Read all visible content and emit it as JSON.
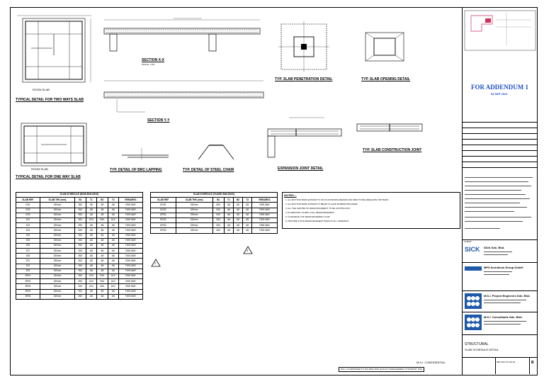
{
  "addendum": {
    "title": "FOR ADDENDUM 1",
    "date": "08 SEP 2024"
  },
  "details": {
    "two_way": "TYPICAL DETAIL FOR TWO WAYS SLAB",
    "one_way": "TYPICAL DETAIL FOR ONE WAY SLAB",
    "room_slab_1": "ROOM SLAB",
    "room_slab_2": "ROOM SLAB",
    "section_xx": "SECTION X-X",
    "section_yy": "SECTION Y-Y",
    "penetration": "TYP. SLAB PENETRATION DETAIL",
    "opening": "TYP. SLAB OPENING DETAIL",
    "brc_lapping": "TYP. DETAIL OF BRC LAPPING",
    "steel_chair": "TYP. DETAIL OF STEEL CHAIR",
    "expansion": "EXPANSION JOINT DETAIL",
    "construction": "TYP. SLAB CONSTRUCTION JOINT",
    "scale_nts": "SCALE : NTS"
  },
  "schedule_main": {
    "title": "SLAB SCHEDULE (MAIN BUILDING)",
    "headers": [
      "SLAB REF",
      "SLAB THK (mm)",
      "B1",
      "T1",
      "B2",
      "T2",
      "REMARKS"
    ],
    "rows": [
      [
        "GS1",
        "150mm",
        "B10",
        "A8",
        "A8",
        "A8",
        "ONE-WAY"
      ],
      [
        "GS2",
        "150mm",
        "B10",
        "A8",
        "A8",
        "A8",
        "TWO-WAY"
      ],
      [
        "GS3",
        "150mm",
        "B10",
        "A8",
        "A8",
        "A8",
        "TWO-WAY"
      ],
      [
        "1S1",
        "150mm",
        "B10",
        "A10",
        "B10",
        "A10",
        "ONE-WAY"
      ],
      [
        "1S2",
        "150mm",
        "B10",
        "A8",
        "A8",
        "A8",
        "TWO-WAY"
      ],
      [
        "1S3",
        "150mm",
        "B10",
        "A8",
        "A8",
        "A8",
        "TWO-WAY"
      ],
      [
        "1S4",
        "150mm",
        "B10",
        "A8",
        "A8",
        "A8",
        "ONE-WAY"
      ],
      [
        "1S5",
        "150mm",
        "B10",
        "A8",
        "A8",
        "A8",
        "TWO-WAY"
      ],
      [
        "1S6",
        "150mm",
        "B10",
        "A8",
        "A8",
        "A8",
        "TWO-WAY"
      ],
      [
        "1S7",
        "150mm",
        "B10",
        "A8",
        "A8",
        "A8",
        "ONE-WAY"
      ],
      [
        "1S8",
        "150mm",
        "B10",
        "A8",
        "A8",
        "A8",
        "TWO-WAY"
      ],
      [
        "2S1",
        "150mm",
        "B10",
        "A8",
        "A8",
        "A8",
        "ONE-WAY"
      ],
      [
        "2S2",
        "150mm",
        "B10",
        "A8",
        "A8",
        "A8",
        "TWO-WAY"
      ],
      [
        "2S3",
        "150mm",
        "B10",
        "A8",
        "A8",
        "A8",
        "TWO-WAY"
      ],
      [
        "2RS1",
        "150mm",
        "B10",
        "A10",
        "B10",
        "A10",
        "ONE-WAY"
      ],
      [
        "2RS2",
        "150mm",
        "B10",
        "A10",
        "B10",
        "A10",
        "ONE-WAY"
      ],
      [
        "2RS3",
        "150mm",
        "B10",
        "A10",
        "B10",
        "A10",
        "ONE-WAY"
      ],
      [
        "2RS4",
        "150mm",
        "B10",
        "A8",
        "A8",
        "A8",
        "TWO-WAY"
      ],
      [
        "2RS5",
        "150mm",
        "B10",
        "A8",
        "A8",
        "A8",
        "TWO-WAY"
      ]
    ]
  },
  "schedule_guard": {
    "title": "SLAB SCHEDULE (GUARD BUILDING)",
    "headers": [
      "SLAB REF",
      "SLAB THK (mm)",
      "B1",
      "T1",
      "B2",
      "T2",
      "REMARKS"
    ],
    "rows": [
      [
        "GGS1",
        "150mm",
        "B10",
        "A8",
        "A8",
        "A8",
        "ONE-WAY"
      ],
      [
        "GGS2",
        "150mm",
        "B10",
        "A8",
        "A8",
        "A8",
        "TWO-WAY"
      ],
      [
        "GRS1",
        "150mm",
        "B10",
        "A8",
        "A8",
        "A8",
        "ONE-WAY"
      ],
      [
        "GRS2",
        "150mm",
        "B10",
        "A8",
        "A8",
        "A8",
        "TWO-WAY"
      ],
      [
        "GRS3",
        "150mm",
        "B10",
        "A8",
        "A8",
        "A8",
        "ONE-WAY"
      ],
      [
        "GRS4",
        "150mm",
        "B10",
        "A8",
        "A8",
        "A8",
        "TWO-WAY"
      ]
    ]
  },
  "revision_marks": {
    "main": "2",
    "guard": "3"
  },
  "notes": {
    "title": "NOTES :-",
    "items": [
      "1. ALL BOTTOM BARS EXTEND TO 100 IN ADJOINING BEAMS AND SPAN TO BE ADEQUATE TOP BARS",
      "2. ALL BOTTOM BARS EXTEND TO BEAM TO HAVE 90 BEND PROVIDED",
      "3. ALL THE CENTRE OF REINFORCEMENT TO BE CONTINUOUS",
      "4. IN ADDITION TO BRC A ALL REINFORCEMENT",
      "5. CONCRETE TOP REINFORCEMENT SLAB",
      "6. PROVIDE 2 NOS REINFORCEMENT BARS AT ALL OPENINGS"
    ]
  },
  "title_block": {
    "client_label": "CLIENT",
    "company_1": "SICK Sdn. Bhd.",
    "company_2": "MPS Architects Group GmbH",
    "company_3": "M.K.I. Project Engineers Sdn. Bhd.",
    "company_4": "M.K.I. Consultants Sdn. Bhd.",
    "drawing_title_1": "STRUCTURAL",
    "drawing_title_2": "SLAB SCHEDULE DETAIL",
    "drawing_no": "MKI-S2C-ST-SS-01",
    "rev": "B",
    "confidential": "M.K.I. CONFIDENTIAL",
    "iso": "M.K.I. IS CERTIFIED TO ISO 9001:2015 QUALITY MANAGEMENT SYSTEM BY SGS",
    "sick_logo": "SICK"
  },
  "colors": {
    "addendum": "#2050c8",
    "site_plan": "#d03060",
    "logo_blue": "#1e5aa8"
  }
}
